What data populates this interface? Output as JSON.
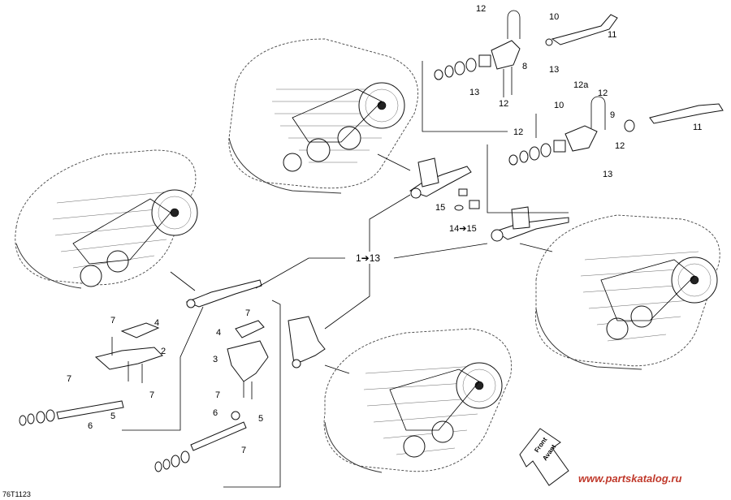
{
  "diagram": {
    "figure_code": "76T1123",
    "watermark": "www.partskatalog.ru",
    "center_label": "1➔13",
    "direction_arrow": {
      "line1": "Front",
      "line2": "Avant"
    },
    "callouts": {
      "c12_top": "12",
      "c10_top": "10",
      "c11_top": "11",
      "c8": "8",
      "c13_a": "13",
      "c13_b": "13",
      "c12_b": "12",
      "c12a": "12a",
      "c12_c": "12",
      "c10_b": "10",
      "c9": "9",
      "c11_b": "11",
      "c12_d": "12",
      "c12_e": "12",
      "c13_c": "13",
      "c15": "15",
      "c14_15": "14➔15",
      "c7_a": "7",
      "c4_a": "4",
      "c2": "2",
      "c7_b": "7",
      "c7_c": "7",
      "c6_a": "6",
      "c5_a": "5",
      "c7_d": "7",
      "c4_b": "4",
      "c3": "3",
      "c7_e": "7",
      "c6_b": "6",
      "c5_b": "5",
      "c7_f": "7"
    }
  }
}
